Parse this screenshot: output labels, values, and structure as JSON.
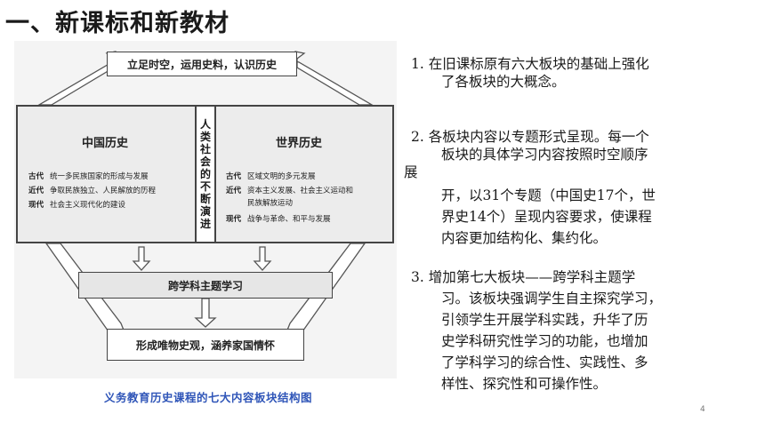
{
  "title": "一、新课标和新教材",
  "diagram": {
    "top_box": "立足时空，运用史料，认识历史",
    "left_panel": {
      "title": "中国历史",
      "rows": [
        {
          "era": "古代",
          "text": "统一多民族国家的形成与发展"
        },
        {
          "era": "近代",
          "text": "争取民族独立、人民解放的历程"
        },
        {
          "era": "现代",
          "text": "社会主义现代化的建设"
        }
      ]
    },
    "center_column": "人类社会的不断演进",
    "right_panel": {
      "title": "世界历史",
      "rows": [
        {
          "era": "古代",
          "text": "区域文明的多元发展"
        },
        {
          "era": "近代",
          "text": "资本主义发展、社会主义运动和"
        },
        {
          "era": "",
          "text": "民族解放运动"
        },
        {
          "era": "现代",
          "text": "战争与革命、和平与发展"
        }
      ]
    },
    "middle_box": "跨学科主题学习",
    "bottom_box": "形成唯物史观，涵养家国情怀",
    "caption": "义务教育历史课程的七大内容板块结构图"
  },
  "points": [
    {
      "lines": [
        "1. 在旧课标原有六大板块的基础上强化",
        "了各板块的大概念。"
      ]
    },
    {
      "lines": [
        "2. 各板块内容以专题形式呈现。每一个",
        "板块的具体学习内容按照时空顺序",
        "展",
        "开，以31个专题（中国史17个，世",
        "界史14个）呈现内容要求，使课程",
        "内容更加结构化、集约化。"
      ]
    },
    {
      "lines": [
        "3. 增加第七大板块——跨学科主题学",
        "习。该板块强调学生自主探究学习，",
        "引领学生开展学科实践，升华了历",
        "史学科研究性学习的功能，也增加",
        "了学科学习的综合性、实践性、多",
        "样性、探究性和可操作性。"
      ]
    }
  ],
  "page_number": "4"
}
